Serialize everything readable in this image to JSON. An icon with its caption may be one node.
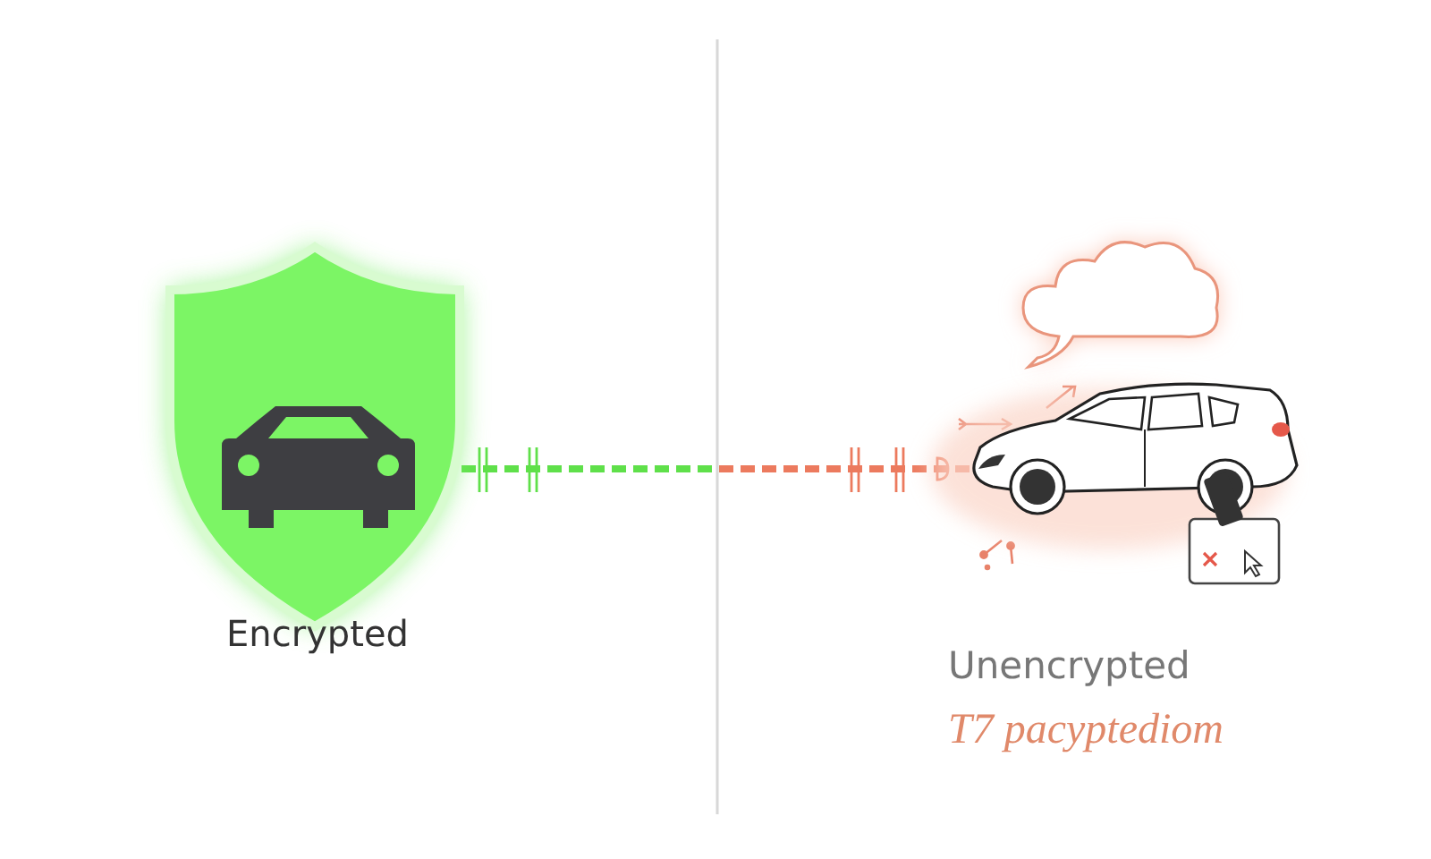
{
  "diagram": {
    "nodes": [
      {
        "text": [
          "Encrypted"
        ]
      },
      {
        "text": [
          "Unencrypted",
          "T7 pacyptediom"
        ]
      }
    ],
    "edges": [
      {
        "from": 0,
        "to": 1,
        "arrow": "none",
        "style": "dashed"
      }
    ]
  }
}
